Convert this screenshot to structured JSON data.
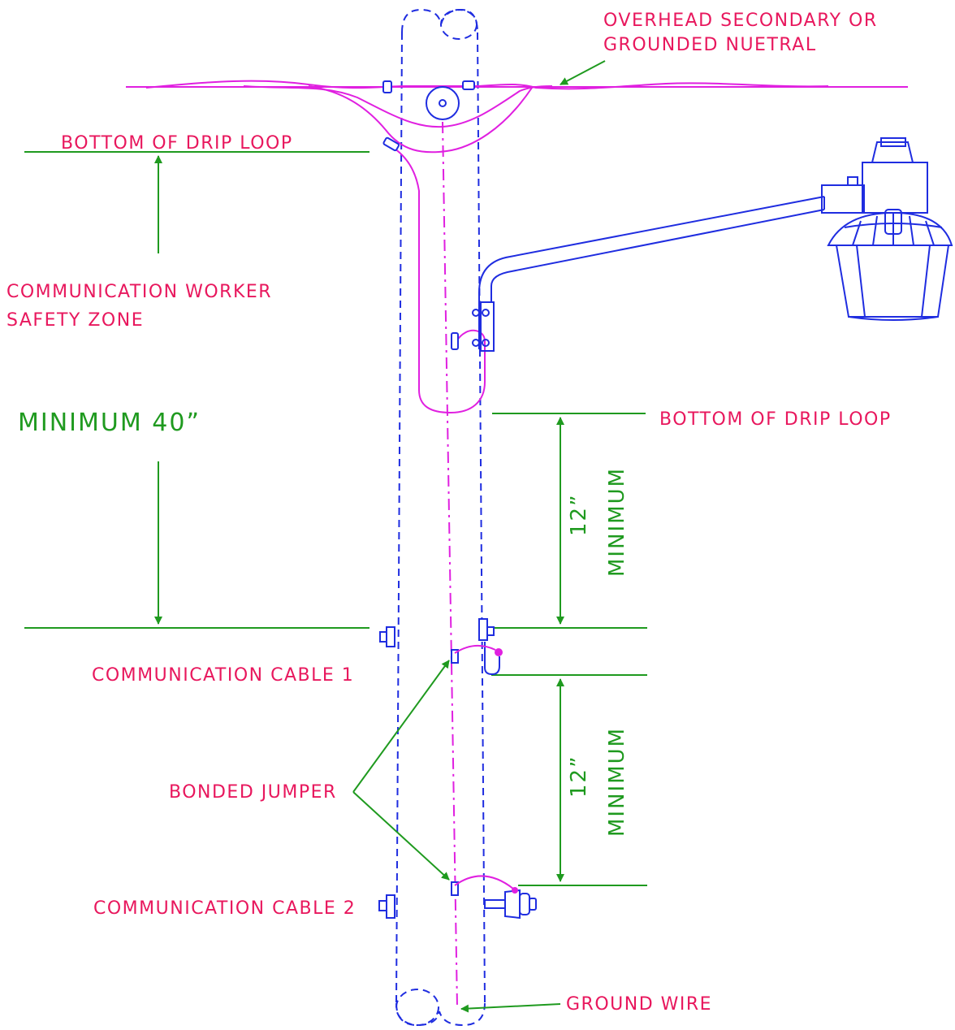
{
  "labels": {
    "overhead_line1": "OVERHEAD SECONDARY OR",
    "overhead_line2": "GROUNDED NUETRAL",
    "drip_loop_left": "BOTTOM OF DRIP LOOP",
    "drip_loop_right": "BOTTOM OF DRIP LOOP",
    "safety_zone_line1": "COMMUNICATION WORKER",
    "safety_zone_line2": "SAFETY ZONE",
    "minimum_40": "MINIMUM 40”",
    "dim_upper_value": "12”",
    "dim_upper_word": "MINIMUM",
    "dim_lower_value": "12”",
    "dim_lower_word": "MINIMUM",
    "comm_cable_1": "COMMUNICATION CABLE 1",
    "comm_cable_2": "COMMUNICATION CABLE 2",
    "bonded_jumper": "BONDED JUMPER",
    "ground_wire": "GROUND WIRE"
  },
  "colors": {
    "pole_blue": "#1f2de0",
    "wire_magenta": "#e020e0",
    "dimension_green": "#1f9a1f",
    "label_red": "#e8175d"
  }
}
